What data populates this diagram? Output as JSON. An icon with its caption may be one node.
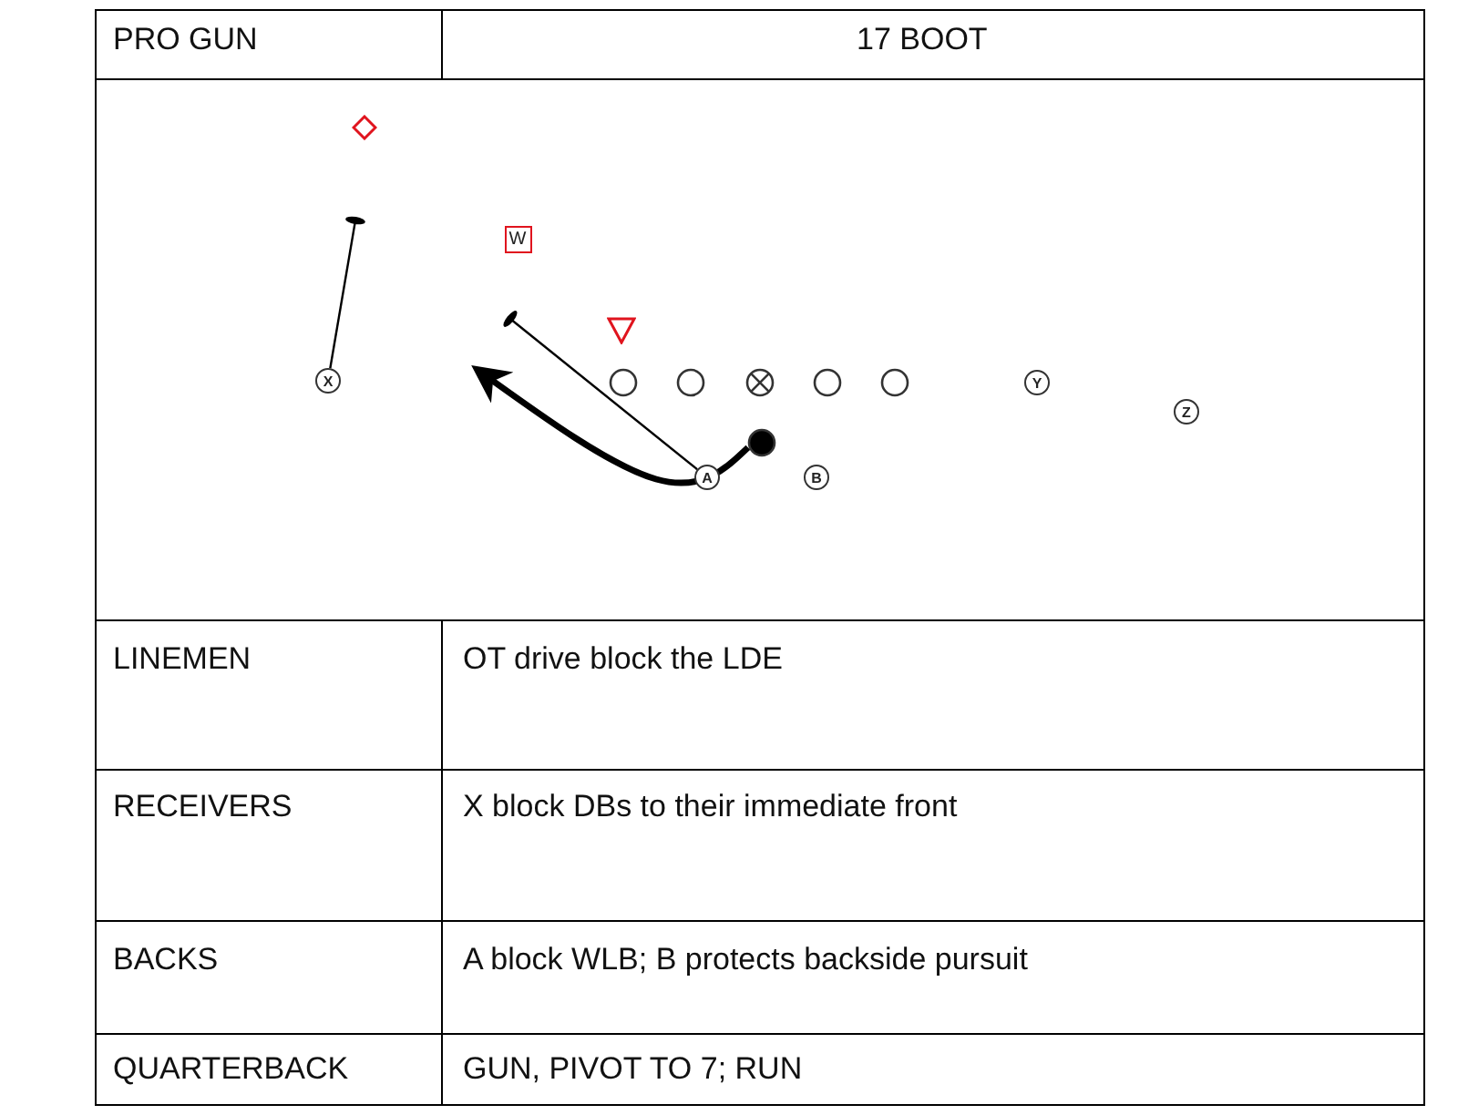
{
  "diagram": {
    "nodes": [
      {
        "text": [],
        "shape": "diamond"
      },
      {
        "text": [
          "W"
        ]
      },
      {
        "text": [],
        "shape": "triangle"
      },
      {
        "text": [
          "X"
        ]
      },
      {
        "text": [],
        "shape": "circle"
      },
      {
        "text": [],
        "shape": "circle"
      },
      {
        "text": [],
        "shape": "circle"
      },
      {
        "text": [],
        "shape": "circle"
      },
      {
        "text": [],
        "shape": "circle"
      },
      {
        "text": [
          "Y"
        ]
      },
      {
        "text": [
          "Z"
        ]
      },
      {
        "text": [],
        "shape": "circle"
      },
      {
        "text": [
          "A"
        ]
      },
      {
        "text": [
          "B"
        ]
      }
    ],
    "edges": [
      {
        "from": 3,
        "to": null,
        "arrow": "other"
      },
      {
        "from": 12,
        "to": null,
        "arrow": "other"
      },
      {
        "from": 11,
        "to": null,
        "arrow": "to",
        "style": "thick"
      }
    ],
    "labels": [
      "PRO GUN",
      "17 BOOT",
      "LINEMEN",
      "OT drive block the LDE",
      "RECEIVERS",
      "X block DBs to their immediate front",
      "BACKS",
      "A block WLB; B protects backside pursuit",
      "QUARTERBACK",
      "GUN, PIVOT TO 7; RUN"
    ]
  }
}
